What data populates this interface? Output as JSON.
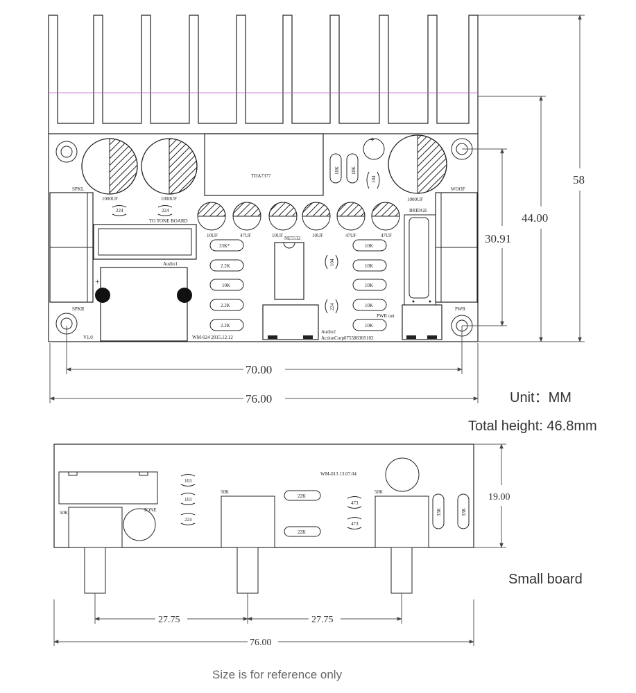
{
  "main_board": {
    "heatsink_width_dim": "76.00",
    "hole_spacing_dim": "70.00",
    "height_dim_58": "58",
    "height_dim_44": "44.00",
    "height_dim_30": "30.91",
    "chip_label": "TDA7377",
    "cap_1000uf": "1000UF",
    "cap_224": "224",
    "cap_10uf": "10UF",
    "cap_47uf": "47UF",
    "opamp": "NE5532",
    "res_33k": "33K*",
    "res_22k": "2.2K",
    "res_10k": "10K",
    "res_104": "104",
    "spkl": "SPKL",
    "spkr": "SPKR",
    "woof": "WOOF",
    "pwr": "PWR",
    "bridge": "BRIDGE",
    "tone_board": "TO TONE BOARD",
    "audio1": "Audio1",
    "audio2": "Audio2",
    "pwr_out": "PWR out",
    "board_id": "WM-024 2015.12.12",
    "actioncorp": "ActionCorp07558836S102",
    "version": "V1.0"
  },
  "notes": {
    "unit": "Unit：MM",
    "total_height": "Total height: 46.8mm",
    "small_board": "Small board",
    "reference": "Size is for reference only"
  },
  "small_board": {
    "height_dim": "19.00",
    "pitch_a": "27.75",
    "pitch_b": "27.75",
    "width_dim": "76.00",
    "id_text": "WM-013 13.07.04",
    "pot_50k": "50K",
    "tone": "TONE",
    "c103": "103",
    "c224": "224",
    "r22k": "22K",
    "c473": "473",
    "r33k": "33K"
  },
  "colors": {
    "line": "#222222",
    "dim_line": "#555555",
    "fin_accent": "#c060c0"
  }
}
